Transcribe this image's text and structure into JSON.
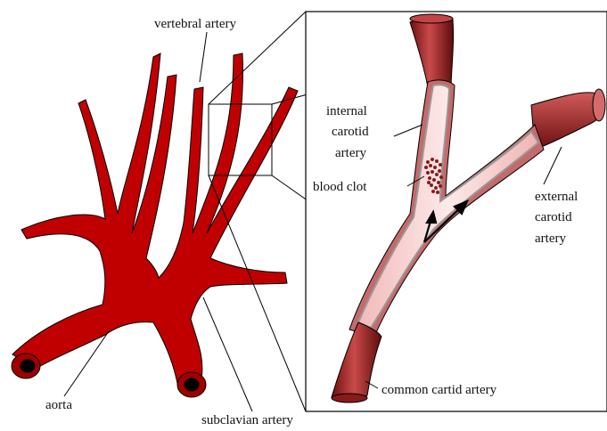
{
  "labels": {
    "vertebral_artery": "vertebral artery",
    "internal_carotid_line1": "internal",
    "internal_carotid_line2": "carotid",
    "internal_carotid_line3": "artery",
    "blood_clot": "blood clot",
    "external_carotid_line1": "external",
    "external_carotid_line2": "carotid",
    "external_carotid_line3": "artery",
    "common_carotid": "common cartid artery",
    "aorta": "aorta",
    "subclavian_artery": "subclavian artery"
  },
  "colors": {
    "artery_red": "#c00000",
    "artery_dark": "#7a1010",
    "lumen_pink": "#f6c9c9",
    "vessel_wall": "#b03a3a",
    "clot_dark": "#8a1a1a",
    "outline": "#000000"
  }
}
